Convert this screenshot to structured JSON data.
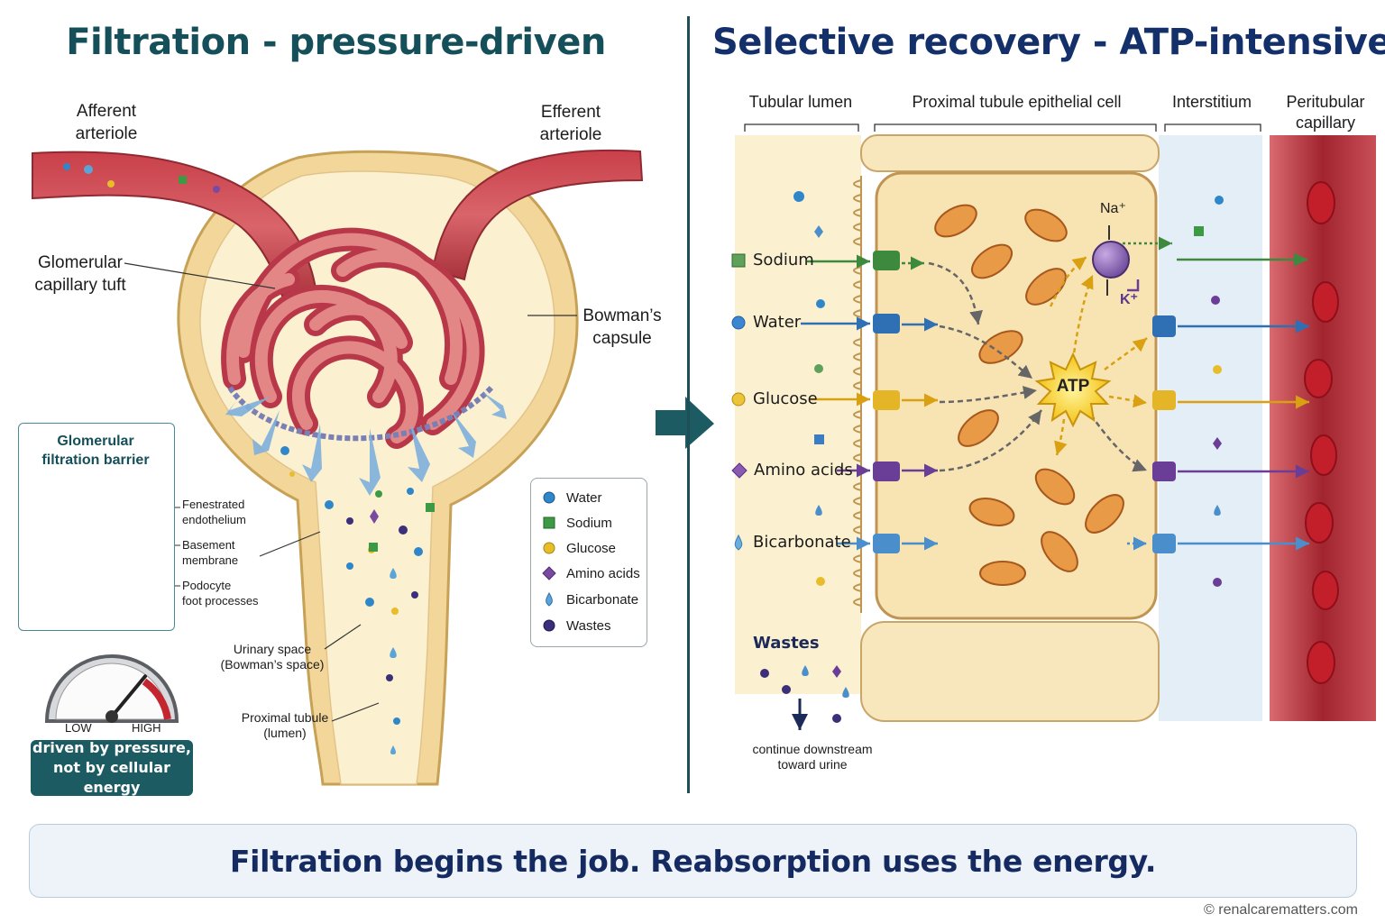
{
  "left": {
    "title": "Filtration - pressure-driven",
    "afferent": "Afferent\narteriole",
    "efferent": "Efferent\narteriole",
    "tuft": "Glomerular\ncapillary tuft",
    "bowman": "Bowman’s\ncapsule",
    "urinary_space": "Urinary space\n(Bowman’s space)",
    "prox_lumen": "Proximal tubule\n(lumen)",
    "barrier": {
      "title": "Glomerular\nfiltration barrier",
      "layers": [
        "Fenestrated\nendothelium",
        "Basement\nmembrane",
        "Podocyte\nfoot processes"
      ]
    },
    "gauge": {
      "low": "LOW",
      "high": "HIGH",
      "level": 0.72
    },
    "badge": "driven by pressure,\nnot by cellular energy"
  },
  "legend": [
    {
      "label": "Water",
      "icon": "blue-circle",
      "color": "#2f86c8"
    },
    {
      "label": "Sodium",
      "icon": "green-square",
      "color": "#3d9a44"
    },
    {
      "label": "Glucose",
      "icon": "yellow-circle",
      "color": "#e7bd2a"
    },
    {
      "label": "Amino acids",
      "icon": "purple-diamond",
      "color": "#7a4aa0"
    },
    {
      "label": "Bicarbonate",
      "icon": "blue-drop",
      "color": "#5aa4d8"
    },
    {
      "label": "Wastes",
      "icon": "dark-purple-circle",
      "color": "#3b2f7a"
    }
  ],
  "right": {
    "title": "Selective recovery - ATP-intensive",
    "columns": [
      "Tubular lumen",
      "Proximal tubule epithelial cell",
      "Interstitium",
      "Peritubular\ncapillary"
    ],
    "solutes": [
      {
        "label": "Sodium",
        "color": "#2e7d32"
      },
      {
        "label": "Water",
        "color": "#1f5fa8"
      },
      {
        "label": "Glucose",
        "color": "#c99a10"
      },
      {
        "label": "Amino acids",
        "color": "#6a3d96"
      },
      {
        "label": "Bicarbonate",
        "color": "#3f8ccc"
      }
    ],
    "pump_na": "Na⁺",
    "pump_k": "K⁺",
    "atp": "ATP",
    "wastes_label": "Wastes",
    "downstream": "continue downstream\ntoward urine"
  },
  "footer": "Filtration begins the job. Reabsorption uses the energy.",
  "copyright": "© renalcarematters.com"
}
